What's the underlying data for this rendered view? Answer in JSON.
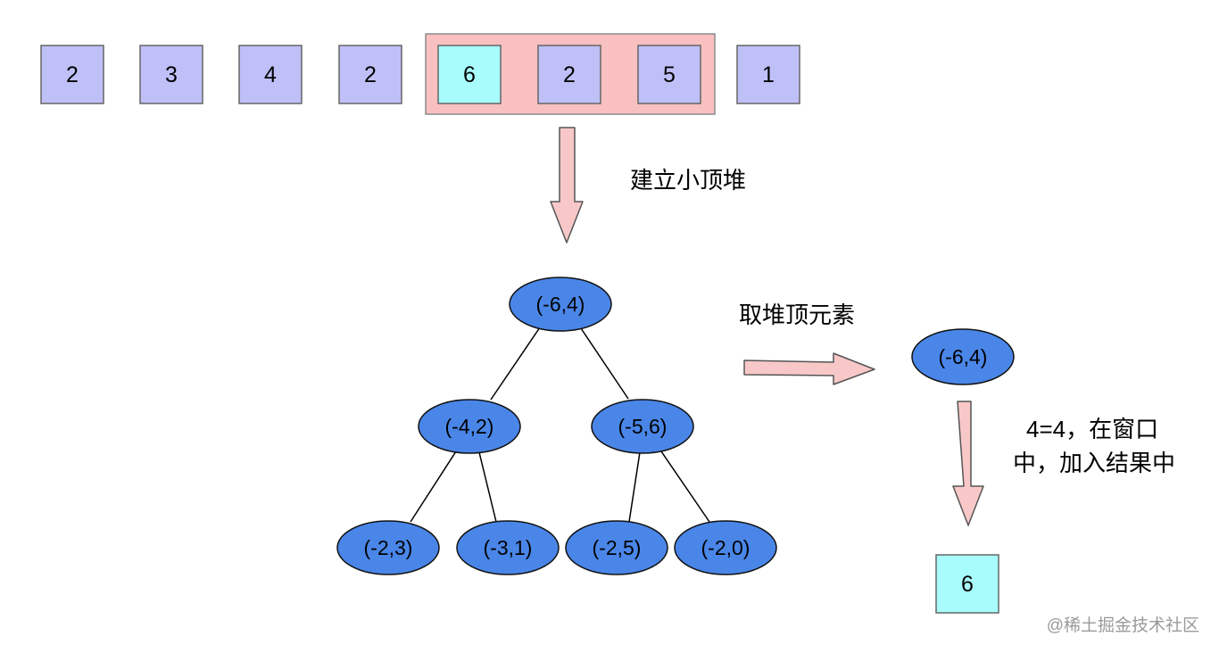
{
  "array": [
    {
      "value": "2",
      "highlighted": false
    },
    {
      "value": "3",
      "highlighted": false
    },
    {
      "value": "4",
      "highlighted": false
    },
    {
      "value": "2",
      "highlighted": false
    },
    {
      "value": "6",
      "highlighted": true
    },
    {
      "value": "2",
      "highlighted": false
    },
    {
      "value": "5",
      "highlighted": false
    },
    {
      "value": "1",
      "highlighted": false
    }
  ],
  "labels": {
    "build_heap": "建立小顶堆",
    "take_top": "取堆顶元素",
    "check_line1": "4=4，在窗口",
    "check_line2": "中，加入结果中"
  },
  "heap": {
    "root": "(-6,4)",
    "left": "(-4,2)",
    "right": "(-5,6)",
    "left_left": "(-2,3)",
    "left_right": "(-3,1)",
    "right_left": "(-2,5)",
    "right_right": "(-2,0)"
  },
  "popped_node": "(-6,4)",
  "result": "6",
  "watermark": "@稀土掘金技术社区",
  "colors": {
    "cell": "#c0c0f8",
    "cell_highlight": "#a8fcfc",
    "window": "#f8c0c0",
    "node": "#4a86e8",
    "arrow": "#f8c8c8"
  }
}
